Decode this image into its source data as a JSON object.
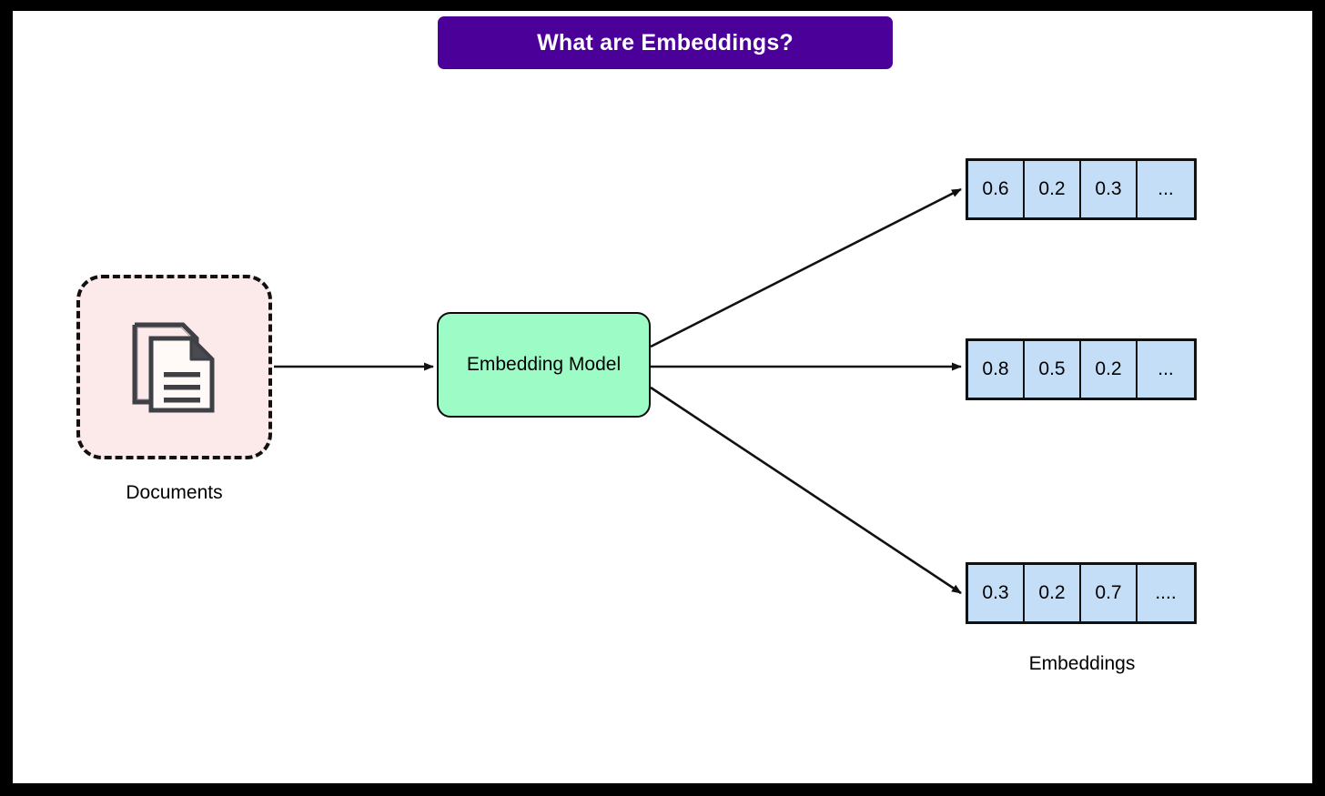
{
  "slide": {
    "title": "What are Embeddings?",
    "title_bg_color": "#4B0099",
    "title_text_color": "#FFFFFF",
    "background_color": "#FFFFFF",
    "frame_color": "#000000"
  },
  "nodes": {
    "documents": {
      "label": "Documents",
      "icon": "documents-stack-icon",
      "fill_color": "#FCEAEA",
      "border_style": "dashed",
      "border_color": "#111111"
    },
    "model": {
      "label": "Embedding Model",
      "fill_color": "#9DFCC6",
      "border_color": "#0B0B0B"
    },
    "embeddings": {
      "label": "Embeddings",
      "cell_fill_color": "#C5DEF7",
      "cell_border_color": "#111111",
      "vectors": [
        {
          "values": [
            "0.6",
            "0.2",
            "0.3",
            "..."
          ]
        },
        {
          "values": [
            "0.8",
            "0.5",
            "0.2",
            "..."
          ]
        },
        {
          "values": [
            "0.3",
            "0.2",
            "0.7",
            "...."
          ]
        }
      ]
    }
  },
  "edges": [
    {
      "from": "documents",
      "to": "model",
      "style": "solid-arrow"
    },
    {
      "from": "model",
      "to": "vector-0",
      "style": "solid-arrow"
    },
    {
      "from": "model",
      "to": "vector-1",
      "style": "solid-arrow"
    },
    {
      "from": "model",
      "to": "vector-2",
      "style": "solid-arrow"
    }
  ]
}
